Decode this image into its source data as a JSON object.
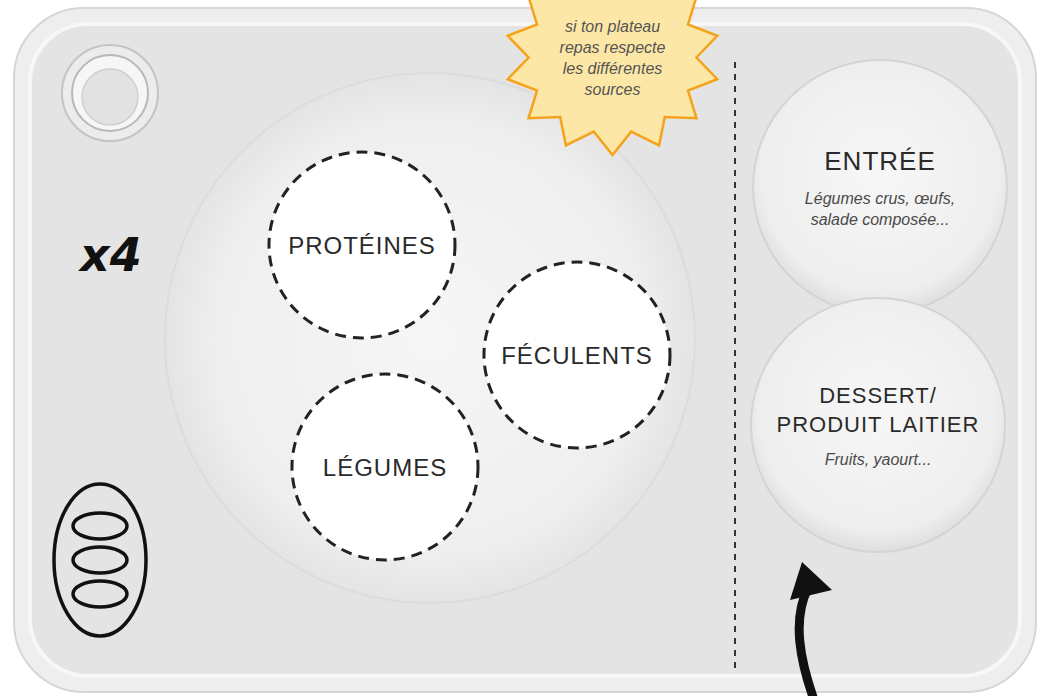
{
  "diagram": {
    "nodes": [
      {
        "text": [
          "si ton plateau repas respecte les différentes sources"
        ]
      },
      {
        "text": [
          "PROTÉINES"
        ]
      },
      {
        "text": [
          "FÉCULENTS"
        ]
      },
      {
        "text": [
          "LÉGUMES"
        ]
      },
      {
        "text": [
          "ENTRÉE",
          "Légumes crus, œufs, salade composée..."
        ]
      },
      {
        "text": [
          "DESSERT/ PRODUIT LAITIER",
          "Fruits, yaourt..."
        ]
      }
    ],
    "labels": [
      "x4"
    ]
  }
}
